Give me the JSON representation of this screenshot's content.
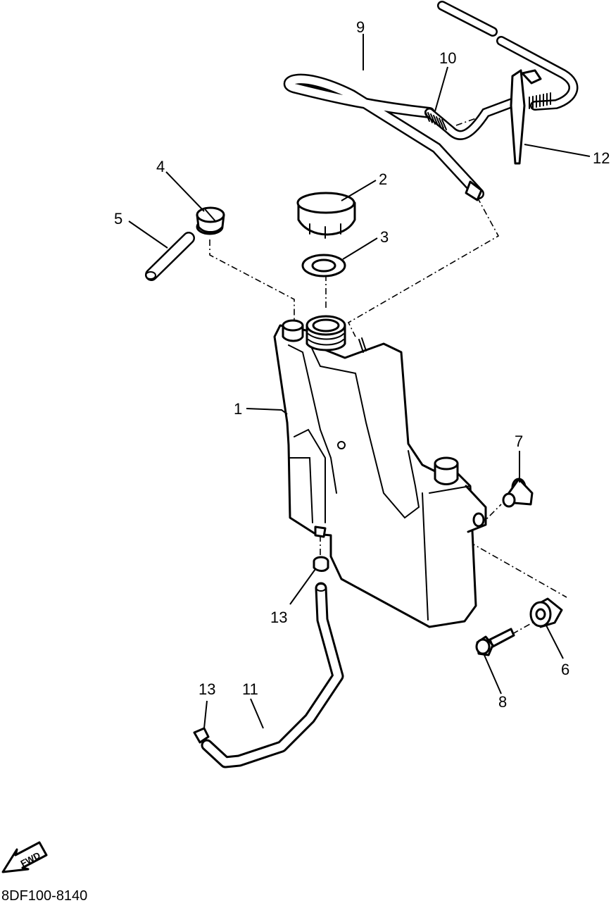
{
  "callouts": {
    "c1": "1",
    "c2": "2",
    "c3": "3",
    "c4": "4",
    "c5": "5",
    "c6": "6",
    "c7": "7",
    "c8": "8",
    "c9": "9",
    "c10": "10",
    "c11": "11",
    "c12": "12",
    "c13a": "13",
    "c13b": "13"
  },
  "fwd_label": "FWD",
  "diagram_code": "8DF100-8140"
}
